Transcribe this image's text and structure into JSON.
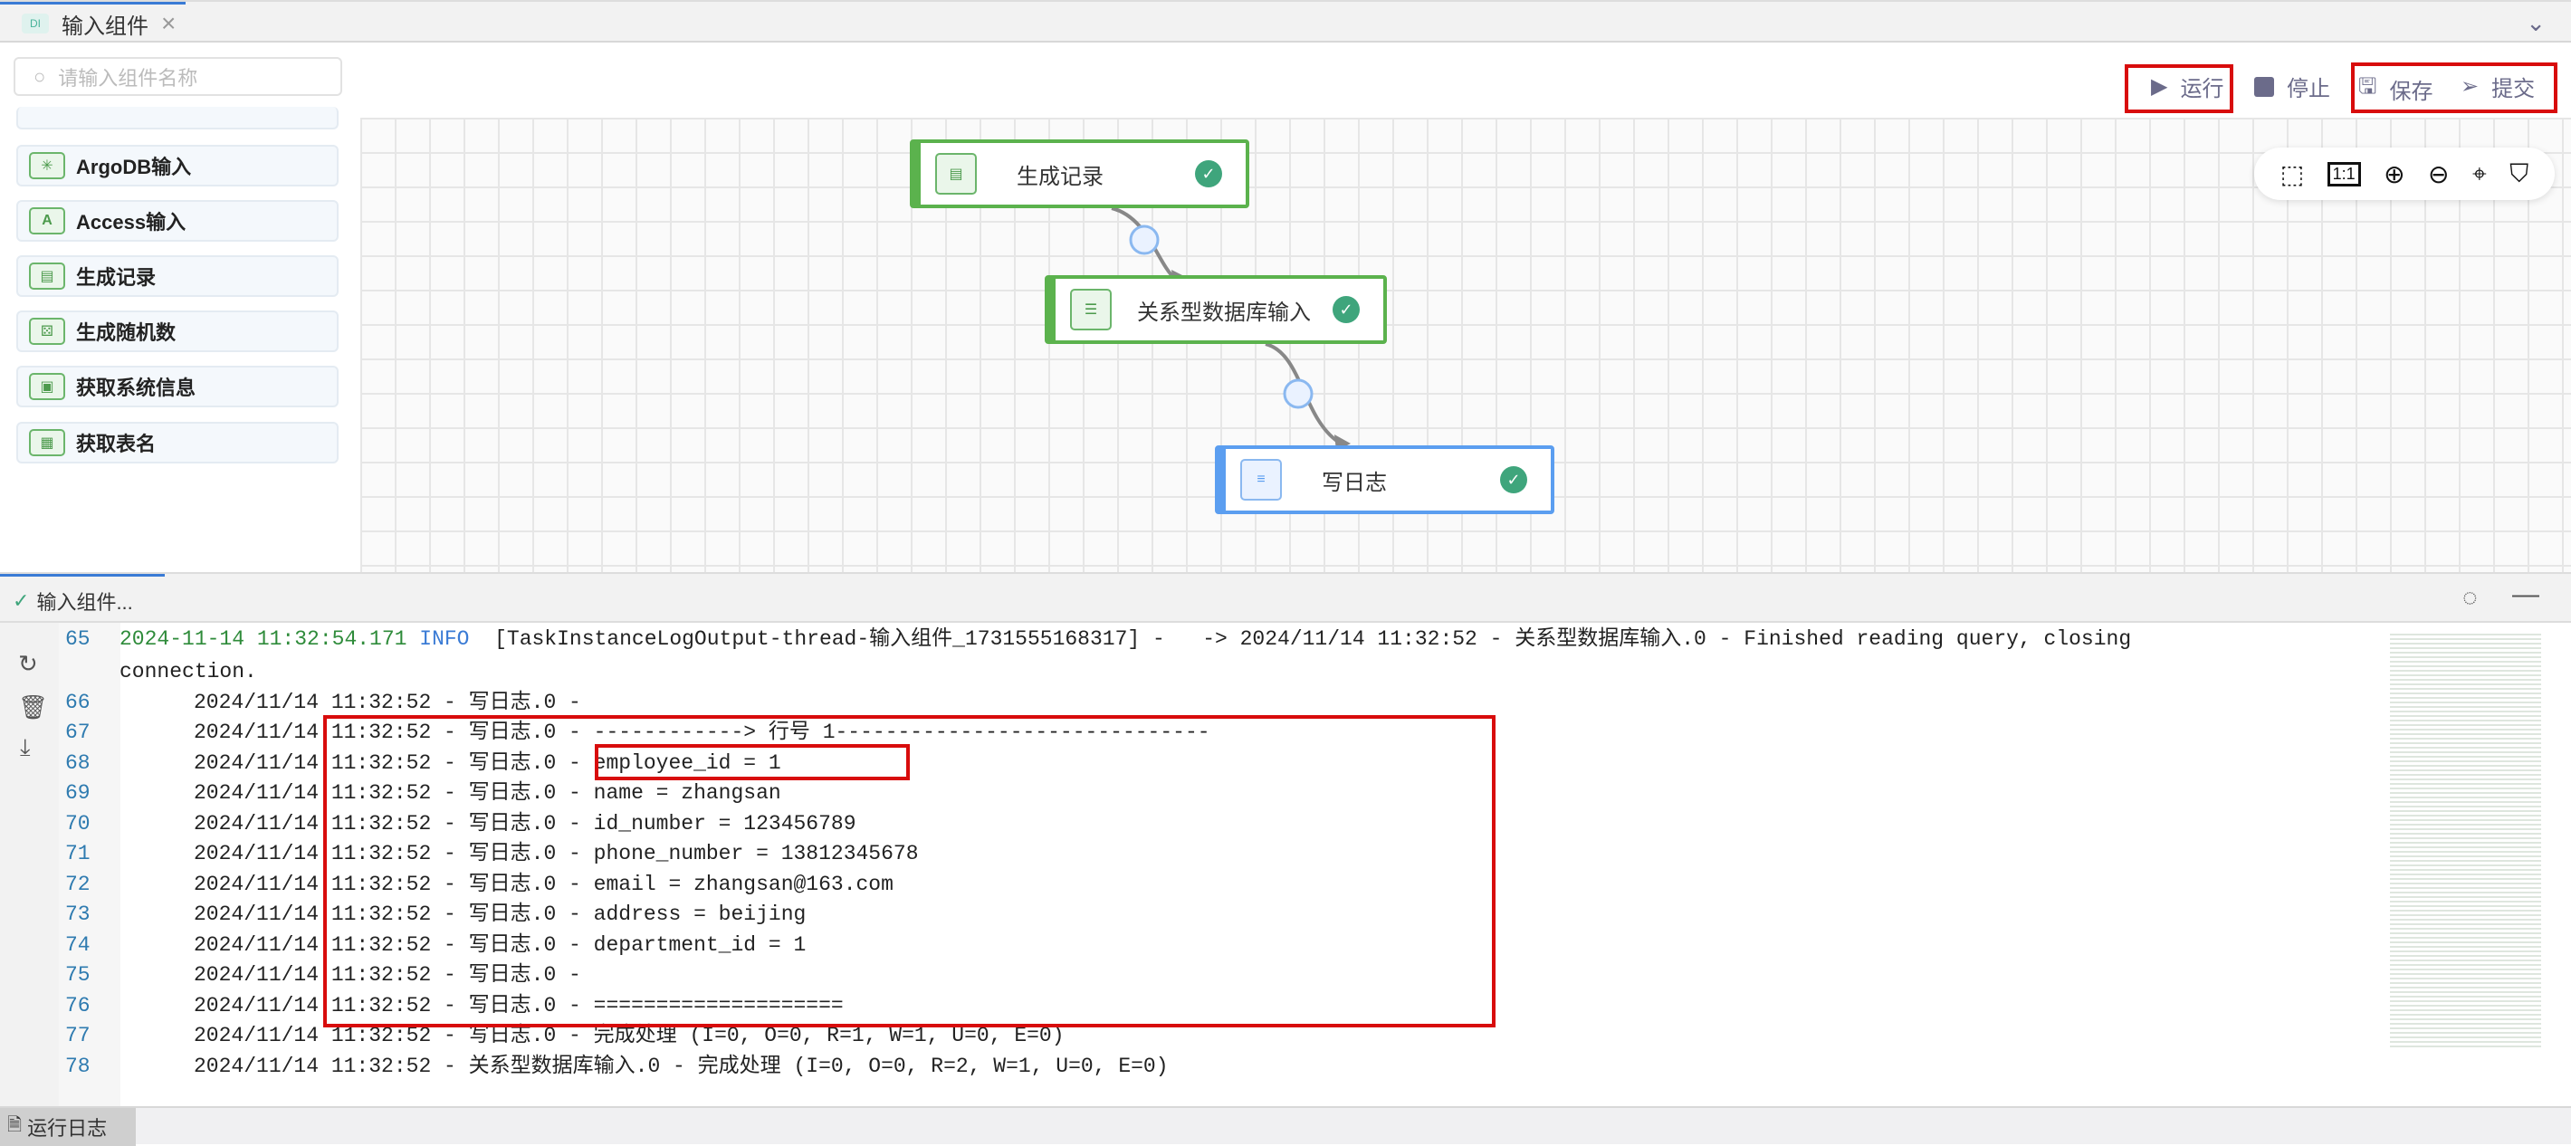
{
  "tab": {
    "badge": "DI",
    "title": "输入组件",
    "close": "×"
  },
  "sidebar": {
    "search_placeholder": "请输入组件名称",
    "items": [
      {
        "label": "ArgoDB输入",
        "icon": "argodb-icon"
      },
      {
        "label": "Access输入",
        "icon": "access-icon"
      },
      {
        "label": "生成记录",
        "icon": "records-icon"
      },
      {
        "label": "生成随机数",
        "icon": "dice-icon"
      },
      {
        "label": "获取系统信息",
        "icon": "monitor-icon"
      },
      {
        "label": "获取表名",
        "icon": "table-icon"
      }
    ]
  },
  "toolbar": {
    "run": "运行",
    "stop": "停止",
    "save": "保存",
    "submit": "提交"
  },
  "canvas": {
    "nodes": [
      {
        "label": "生成记录",
        "status": "success"
      },
      {
        "label": "关系型数据库输入",
        "status": "success"
      },
      {
        "label": "写日志",
        "status": "success"
      }
    ]
  },
  "bottom": {
    "job_label": "输入组件...",
    "footer_tab": "运行日志"
  },
  "log": [
    {
      "n": "65",
      "date": "2024-11-14 11:32:54.171",
      "level": "INFO",
      "text": "  [TaskInstanceLogOutput-thread-输入组件_1731555168317] -   -> 2024/11/14 11:32:52 - 关系型数据库输入.0 - Finished reading query, closing",
      "cont": "connection."
    },
    {
      "n": "66",
      "text": "2024/11/14 11:32:52 - 写日志.0 -"
    },
    {
      "n": "67",
      "text": "2024/11/14 11:32:52 - 写日志.0 - ------------> 行号 1------------------------------"
    },
    {
      "n": "68",
      "text": "2024/11/14 11:32:52 - 写日志.0 - employee_id = 1"
    },
    {
      "n": "69",
      "text": "2024/11/14 11:32:52 - 写日志.0 - name = zhangsan"
    },
    {
      "n": "70",
      "text": "2024/11/14 11:32:52 - 写日志.0 - id_number = 123456789"
    },
    {
      "n": "71",
      "text": "2024/11/14 11:32:52 - 写日志.0 - phone_number = 13812345678"
    },
    {
      "n": "72",
      "text": "2024/11/14 11:32:52 - 写日志.0 - email = zhangsan@163.com"
    },
    {
      "n": "73",
      "text": "2024/11/14 11:32:52 - 写日志.0 - address = beijing"
    },
    {
      "n": "74",
      "text": "2024/11/14 11:32:52 - 写日志.0 - department_id = 1"
    },
    {
      "n": "75",
      "text": "2024/11/14 11:32:52 - 写日志.0 -"
    },
    {
      "n": "76",
      "text": "2024/11/14 11:32:52 - 写日志.0 - ===================="
    },
    {
      "n": "77",
      "text": "2024/11/14 11:32:52 - 写日志.0 - 完成处理 (I=0, O=0, R=1, W=1, U=0, E=0)"
    },
    {
      "n": "78",
      "text": "2024/11/14 11:32:52 - 关系型数据库输入.0 - 完成处理 (I=0, O=0, R=2, W=1, U=0, E=0)"
    }
  ],
  "colors": {
    "accent": "#3a7bd5",
    "node_green": "#5bb24d",
    "node_blue": "#5b9ef0",
    "highlight_red": "#d80c0c",
    "success": "#3fa57c"
  }
}
